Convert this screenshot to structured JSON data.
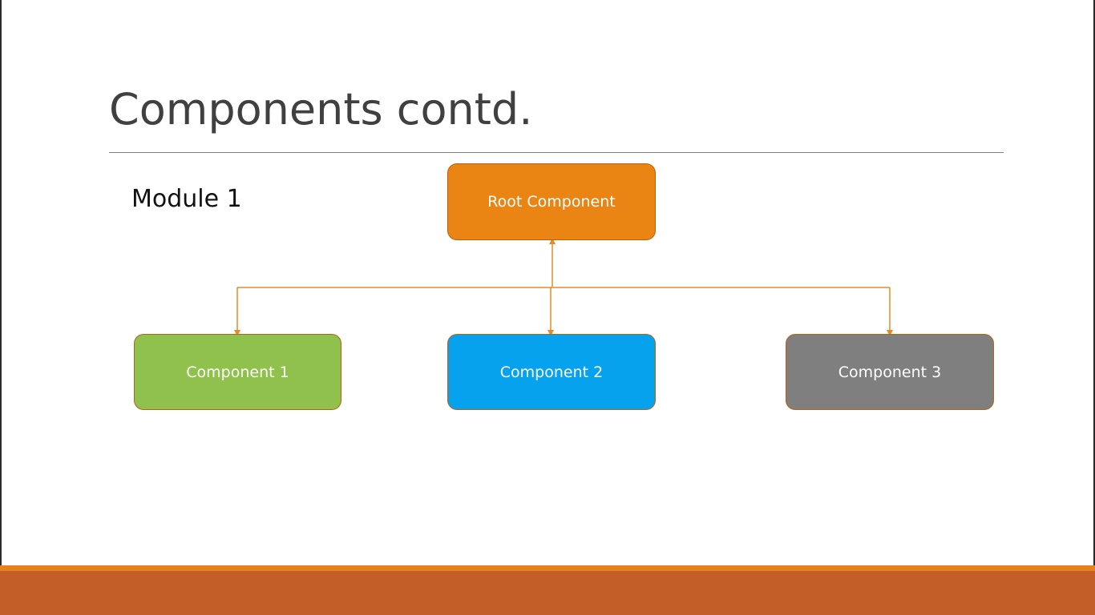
{
  "slide": {
    "title": "Components contd.",
    "module_label": "Module 1"
  },
  "diagram": {
    "root": {
      "label": "Root Component",
      "fill": "#ea8412"
    },
    "children": [
      {
        "label": "Component 1",
        "fill": "#8fc14c"
      },
      {
        "label": "Component 2",
        "fill": "#07a2ed"
      },
      {
        "label": "Component 3",
        "fill": "#7f7f7f"
      }
    ],
    "connector_color": "#e38a2a",
    "border_color": "#b8620f"
  },
  "theme": {
    "footer_accent": "#e8811a",
    "footer_bar": "#c45e28",
    "title_color": "#404040"
  }
}
